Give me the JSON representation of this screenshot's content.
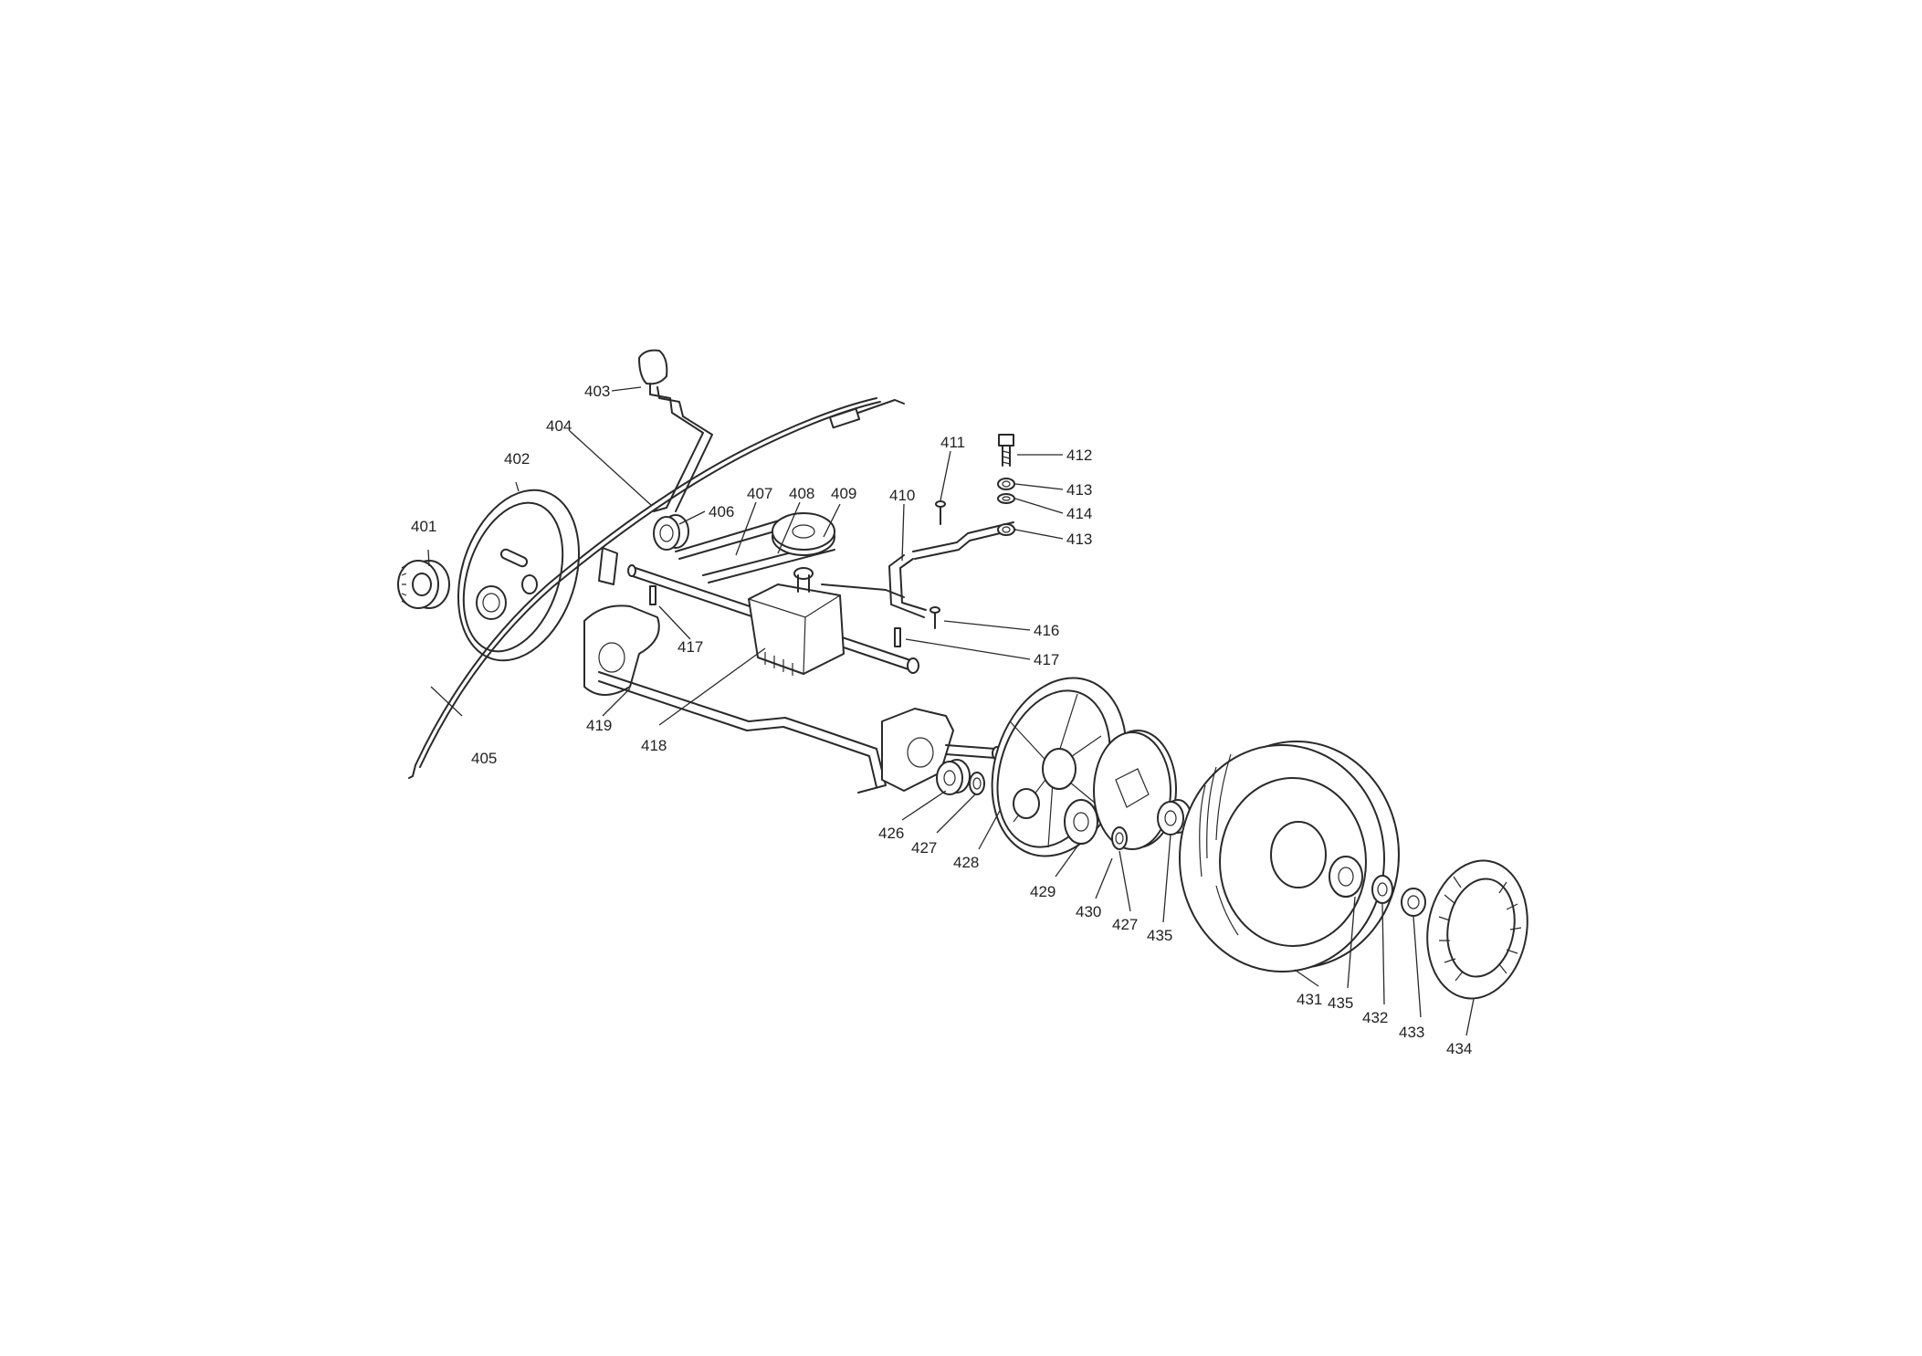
{
  "colors": {
    "background": "#ffffff",
    "line": "#2a2a2a",
    "text": "#222222"
  },
  "callouts": [
    {
      "id": "c401",
      "label": "401"
    },
    {
      "id": "c402",
      "label": "402"
    },
    {
      "id": "c403",
      "label": "403"
    },
    {
      "id": "c404",
      "label": "404"
    },
    {
      "id": "c405",
      "label": "405"
    },
    {
      "id": "c406",
      "label": "406"
    },
    {
      "id": "c407",
      "label": "407"
    },
    {
      "id": "c408",
      "label": "408"
    },
    {
      "id": "c409",
      "label": "409"
    },
    {
      "id": "c410",
      "label": "410"
    },
    {
      "id": "c411",
      "label": "411"
    },
    {
      "id": "c412",
      "label": "412"
    },
    {
      "id": "c413a",
      "label": "413"
    },
    {
      "id": "c414",
      "label": "414"
    },
    {
      "id": "c413b",
      "label": "413"
    },
    {
      "id": "c416",
      "label": "416"
    },
    {
      "id": "c417a",
      "label": "417"
    },
    {
      "id": "c417b",
      "label": "417"
    },
    {
      "id": "c418",
      "label": "418"
    },
    {
      "id": "c419",
      "label": "419"
    },
    {
      "id": "c426",
      "label": "426"
    },
    {
      "id": "c427a",
      "label": "427"
    },
    {
      "id": "c428",
      "label": "428"
    },
    {
      "id": "c429",
      "label": "429"
    },
    {
      "id": "c430",
      "label": "430"
    },
    {
      "id": "c427b",
      "label": "427"
    },
    {
      "id": "c435a",
      "label": "435"
    },
    {
      "id": "c431",
      "label": "431"
    },
    {
      "id": "c435b",
      "label": "435"
    },
    {
      "id": "c432",
      "label": "432"
    },
    {
      "id": "c433",
      "label": "433"
    },
    {
      "id": "c434",
      "label": "434"
    }
  ]
}
